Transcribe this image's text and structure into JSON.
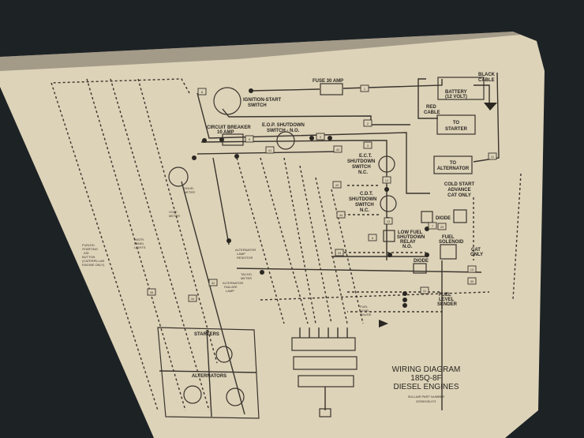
{
  "title": {
    "line1": "WIRING DIAGRAM",
    "line2": "185Q-8F",
    "line3": "DIESEL ENGINES",
    "part_label": "SULLAIR PART NUMBER",
    "part_number": "02250106-071"
  },
  "components": {
    "fuse": "FUSE 30 AMP",
    "ignition_l1": "IGNITION-START",
    "ignition_l2": "SWITCH",
    "battery_l1": "BATTERY",
    "battery_l2": "(12 VOLT)",
    "black_cable_l1": "BLACK",
    "black_cable_l2": "CABLE",
    "red_cable_l1": "RED",
    "red_cable_l2": "CABLE",
    "starter_l1": "TO",
    "starter_l2": "STARTER",
    "breaker_l1": "CIRCUIT BREAKER",
    "breaker_l2": "10 AMP",
    "eop_l1": "E.O.P. SHUTDOWN",
    "eop_l2": "SWITCH - N.O.",
    "ect_l1": "E.C.T.",
    "ect_l2": "SHUTDOWN",
    "ect_l3": "SWITCH",
    "ect_l4": "N.C.",
    "cdt_l1": "C.D.T.",
    "cdt_l2": "SHUTDOWN",
    "cdt_l3": "SWITCH",
    "cdt_l4": "N.C.",
    "alternator_l1": "TO",
    "alternator_l2": "ALTERNATOR",
    "cold_start_l1": "COLD START",
    "cold_start_l2": "ADVANCE",
    "cold_start_l3": "CAT ONLY",
    "diode": "DIODE",
    "low_fuel_l1": "LOW FUEL",
    "low_fuel_l2": "SHUTDOWN",
    "low_fuel_l3": "RELAY",
    "low_fuel_l4": "N.O.",
    "fuel_solenoid_l1": "FUEL",
    "fuel_solenoid_l2": "SOLENOID",
    "cat_only_l1": "CAT",
    "cat_only_l2": "ONLY",
    "diode2": "DIODE",
    "fuel_level_l1": "FUEL",
    "fuel_level_l2": "LEVEL",
    "fuel_level_l3": "SENDER",
    "fuel_gauge_l1": "FUEL",
    "fuel_gauge_l2": "LEVEL",
    "fuel_gauge_l3": "GAUGE",
    "hourmeter_l1": "HOUR-",
    "hourmeter_l2": "METER",
    "voltmeter_l1": "VOLT-",
    "voltmeter_l2": "METER",
    "panel_lights_l1": "INSTR.",
    "panel_lights_l2": "PANEL",
    "panel_lights_l3": "LIGHTS",
    "alt_resistor_l1": "ALTERNATOR",
    "alt_resistor_l2": "LAMP",
    "alt_resistor_l3": "RESISTOR",
    "tacho_l1": "TACHO-",
    "tacho_l2": "METER",
    "alt_lamp_l1": "ALTERNATOR",
    "alt_lamp_l2": "FAILURE",
    "alt_lamp_l3": "LAMP",
    "fueled_l1": "FUELED",
    "fueled_l2": "STARTING",
    "fueled_l3": "AID",
    "fueled_l4": "BUTTON",
    "fueled_l5": "(CATERPILLAR",
    "fueled_l6": "ENGINE ONLY)"
  },
  "insets": {
    "starters": "STARTERS",
    "alternators": "ALTERNATORS"
  },
  "wire_numbers": [
    "6",
    "1",
    "2",
    "3",
    "5",
    "41",
    "9",
    "42",
    "43",
    "11",
    "12",
    "44",
    "13",
    "33",
    "7",
    "29",
    "8",
    "10",
    "30",
    "31",
    "32",
    "34",
    "35"
  ]
}
